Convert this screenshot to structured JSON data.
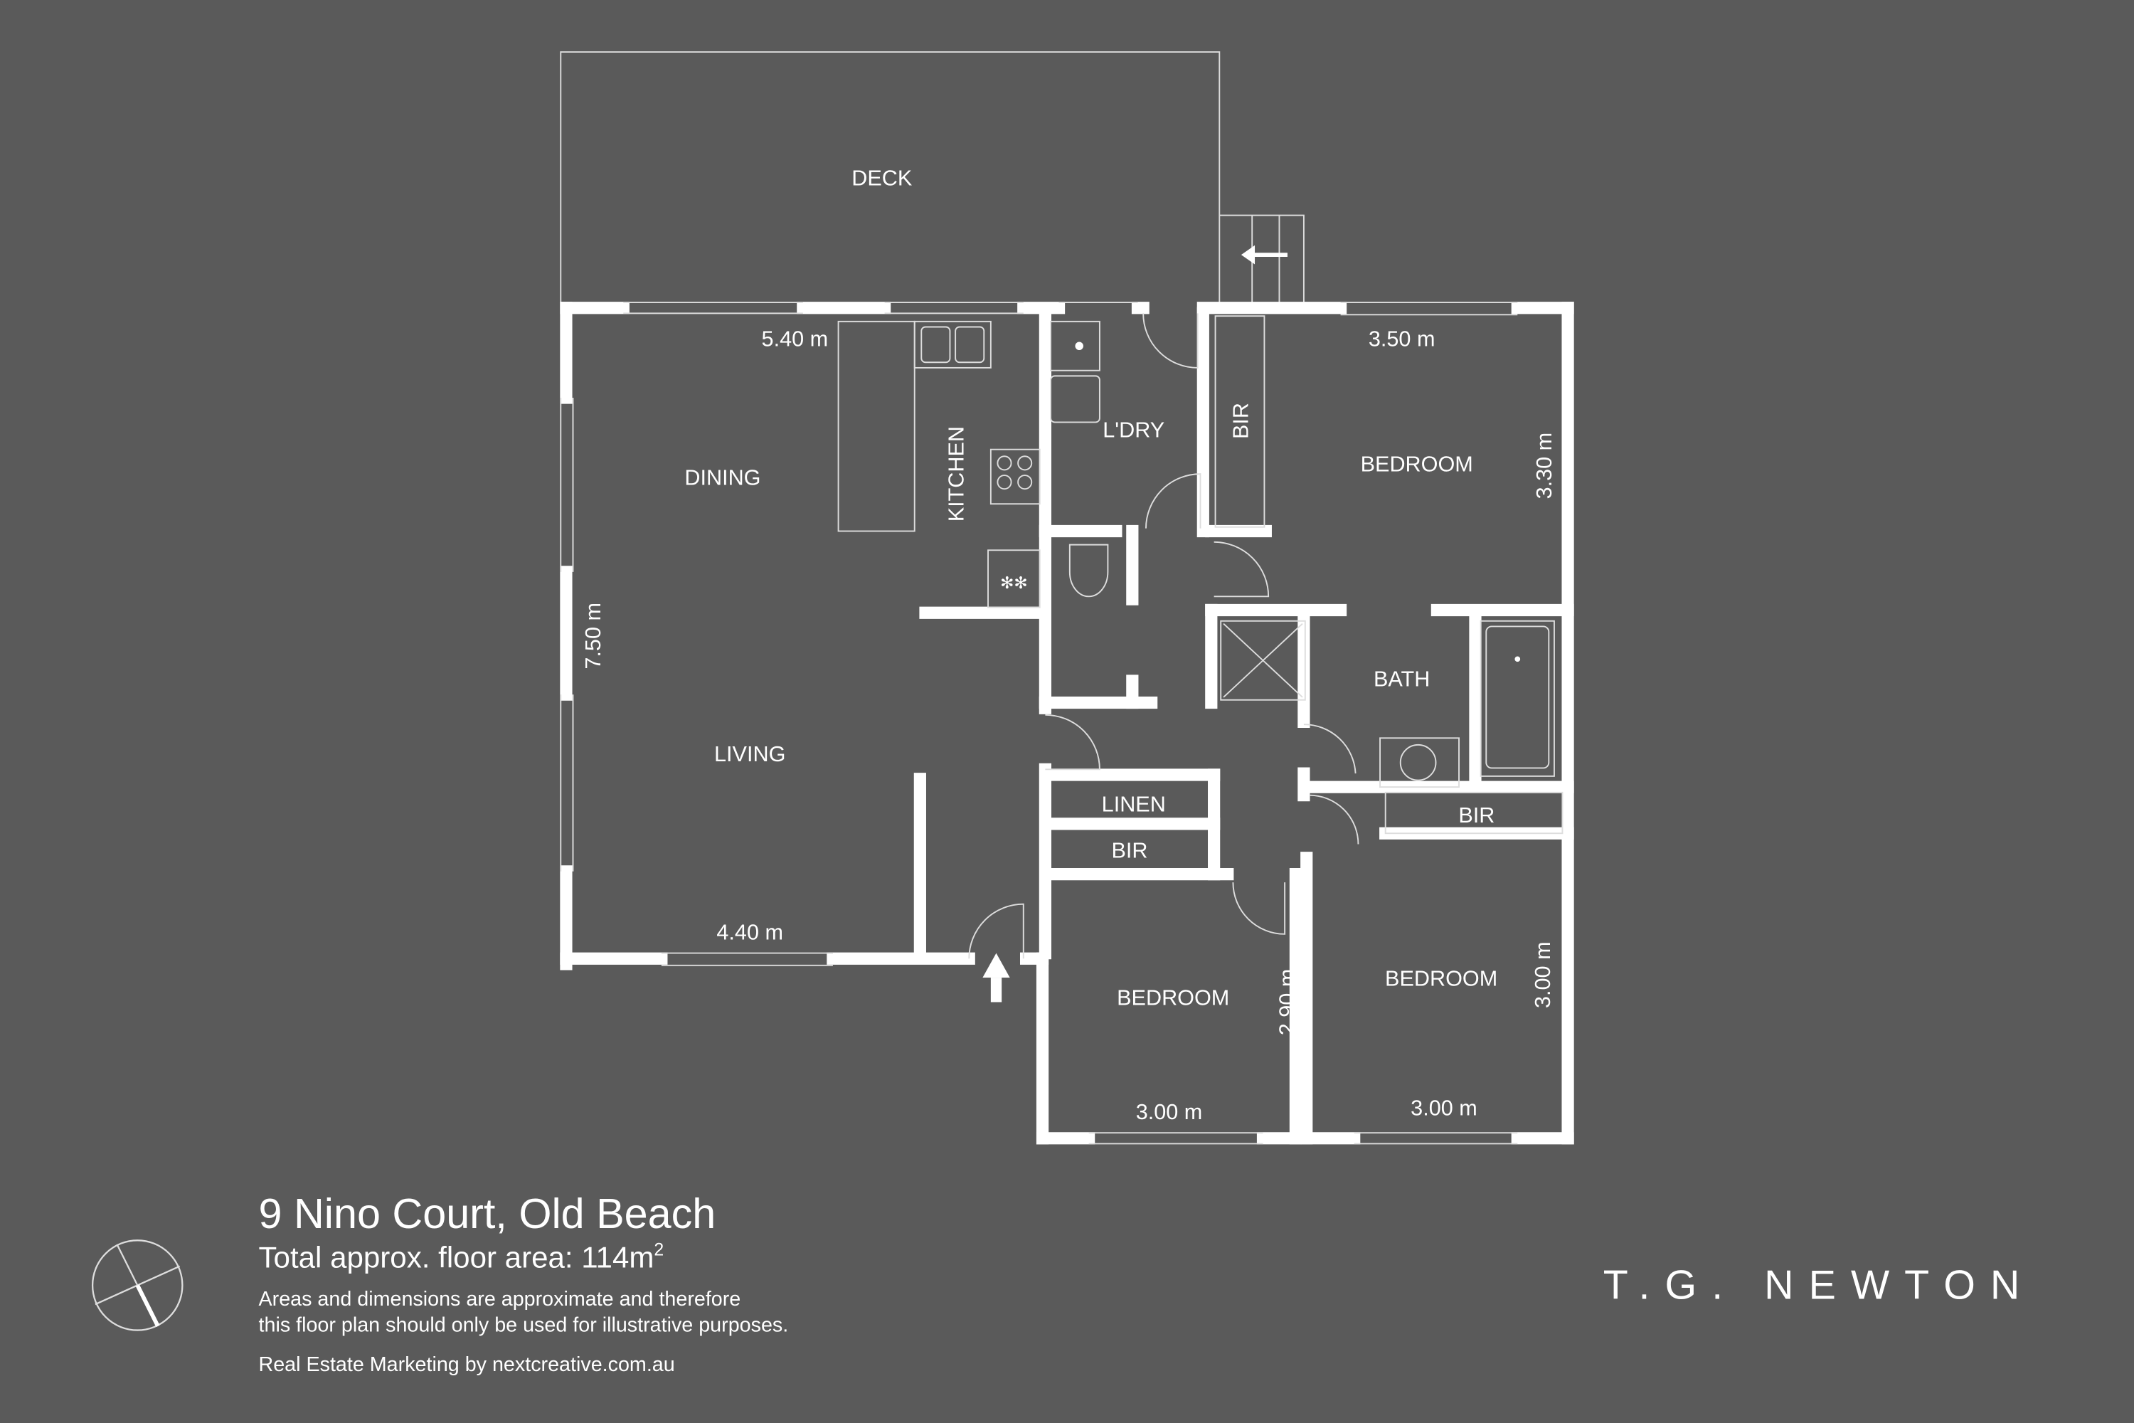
{
  "rooms": {
    "deck": "DECK",
    "dining": "DINING",
    "kitchen": "KITCHEN",
    "living": "LIVING",
    "laundry": "L'DRY",
    "bir_master": "BIR",
    "bedroom1": "BEDROOM",
    "bath": "BATH",
    "linen": "LINEN",
    "bir_hall": "BIR",
    "bir_bed3": "BIR",
    "bedroom2": "BEDROOM",
    "bedroom3": "BEDROOM"
  },
  "dimensions": {
    "dining_width": "5.40 m",
    "living_length": "7.50 m",
    "living_width": "4.40 m",
    "bedroom1_width": "3.50 m",
    "bedroom1_length": "3.30 m",
    "bedroom2_length": "2.90 m",
    "bedroom2_width": "3.00 m",
    "bedroom3_length": "3.00 m",
    "bedroom3_width": "3.00 m"
  },
  "info": {
    "address": "9 Nino Court, Old Beach",
    "floor_area": "Total approx. floor area: 114m",
    "floor_area_sup": "2",
    "disclaimer_1": "Areas and dimensions are approximate and therefore",
    "disclaimer_2": "this floor plan should only be used for illustrative purposes.",
    "credit": "Real Estate Marketing by nextcreative.com.au"
  },
  "brand": "T.G. NEWTON",
  "colors": {
    "background": "#5a5a5a",
    "walls": "#ffffff"
  }
}
